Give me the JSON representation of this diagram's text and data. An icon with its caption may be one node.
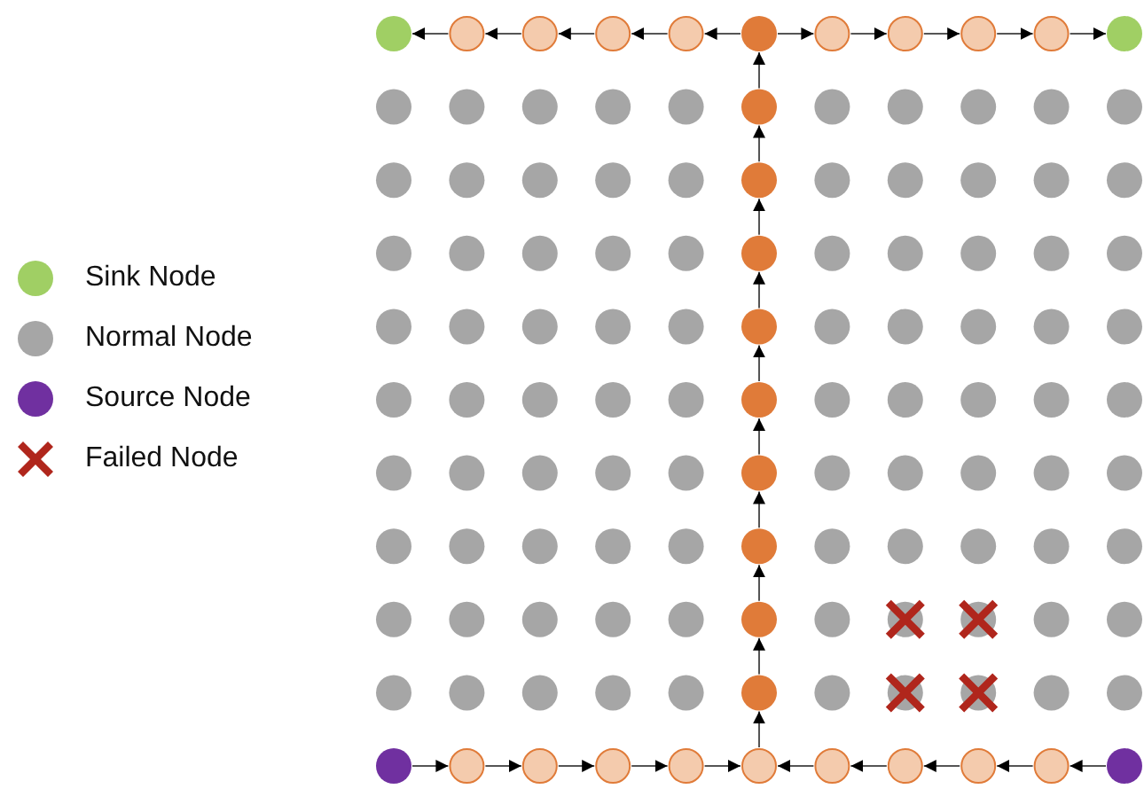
{
  "diagram": {
    "nodes": [
      {
        "text": [],
        "shape": "circle"
      },
      {
        "text": [],
        "shape": "circle"
      },
      {
        "text": [],
        "shape": "circle"
      },
      {
        "text": [],
        "shape": "circle"
      },
      {
        "text": [],
        "shape": "circle"
      },
      {
        "text": [],
        "shape": "circle"
      },
      {
        "text": [],
        "shape": "circle"
      },
      {
        "text": [],
        "shape": "circle"
      },
      {
        "text": [],
        "shape": "circle"
      },
      {
        "text": [],
        "shape": "circle"
      },
      {
        "text": [],
        "shape": "circle"
      },
      {
        "text": [],
        "shape": "circle"
      },
      {
        "text": [],
        "shape": "circle"
      },
      {
        "text": [],
        "shape": "circle"
      },
      {
        "text": [],
        "shape": "circle"
      },
      {
        "text": [],
        "shape": "circle"
      },
      {
        "text": [],
        "shape": "circle"
      },
      {
        "text": [],
        "shape": "circle"
      },
      {
        "text": [],
        "shape": "circle"
      },
      {
        "text": [],
        "shape": "circle"
      },
      {
        "text": [],
        "shape": "circle"
      },
      {
        "text": [],
        "shape": "circle"
      },
      {
        "text": [],
        "shape": "circle"
      },
      {
        "text": [],
        "shape": "circle"
      },
      {
        "text": [],
        "shape": "circle"
      },
      {
        "text": [],
        "shape": "circle"
      },
      {
        "text": [],
        "shape": "circle"
      },
      {
        "text": [],
        "shape": "circle"
      },
      {
        "text": [],
        "shape": "circle"
      },
      {
        "text": [],
        "shape": "circle"
      },
      {
        "text": [],
        "shape": "circle"
      },
      {
        "text": [],
        "shape": "circle"
      },
      {
        "text": [],
        "shape": "circle"
      },
      {
        "text": [],
        "shape": "circle"
      },
      {
        "text": [],
        "shape": "circle"
      },
      {
        "text": [],
        "shape": "circle"
      },
      {
        "text": [],
        "shape": "circle"
      },
      {
        "text": [],
        "shape": "circle"
      },
      {
        "text": [],
        "shape": "circle"
      },
      {
        "text": [],
        "shape": "circle"
      },
      {
        "text": [],
        "shape": "circle"
      },
      {
        "text": [],
        "shape": "circle"
      },
      {
        "text": [],
        "shape": "circle"
      },
      {
        "text": [],
        "shape": "circle"
      },
      {
        "text": [],
        "shape": "circle"
      },
      {
        "text": [],
        "shape": "circle"
      },
      {
        "text": [],
        "shape": "circle"
      },
      {
        "text": [],
        "shape": "circle"
      },
      {
        "text": [],
        "shape": "circle"
      },
      {
        "text": [],
        "shape": "circle"
      },
      {
        "text": [],
        "shape": "circle"
      },
      {
        "text": [],
        "shape": "circle"
      },
      {
        "text": [],
        "shape": "circle"
      },
      {
        "text": [],
        "shape": "circle"
      },
      {
        "text": [],
        "shape": "circle"
      },
      {
        "text": [],
        "shape": "circle"
      },
      {
        "text": [],
        "shape": "circle"
      },
      {
        "text": [],
        "shape": "circle"
      },
      {
        "text": [],
        "shape": "circle"
      },
      {
        "text": [],
        "shape": "circle"
      },
      {
        "text": [],
        "shape": "circle"
      },
      {
        "text": [],
        "shape": "circle"
      },
      {
        "text": [],
        "shape": "circle"
      },
      {
        "text": [],
        "shape": "circle"
      },
      {
        "text": [],
        "shape": "circle"
      },
      {
        "text": [],
        "shape": "circle"
      },
      {
        "text": [],
        "shape": "circle"
      },
      {
        "text": [],
        "shape": "circle"
      },
      {
        "text": [],
        "shape": "circle"
      },
      {
        "text": [],
        "shape": "circle"
      },
      {
        "text": [],
        "shape": "circle"
      },
      {
        "text": [],
        "shape": "circle"
      },
      {
        "text": [],
        "shape": "circle"
      },
      {
        "text": [],
        "shape": "circle"
      },
      {
        "text": [],
        "shape": "circle"
      },
      {
        "text": [],
        "shape": "circle"
      },
      {
        "text": [],
        "shape": "circle"
      },
      {
        "text": [],
        "shape": "circle"
      },
      {
        "text": [],
        "shape": "circle"
      },
      {
        "text": [],
        "shape": "circle"
      },
      {
        "text": [],
        "shape": "circle"
      },
      {
        "text": [],
        "shape": "circle"
      },
      {
        "text": [],
        "shape": "circle"
      },
      {
        "text": [],
        "shape": "circle"
      },
      {
        "text": [],
        "shape": "circle"
      },
      {
        "text": [],
        "shape": "circle"
      },
      {
        "text": [],
        "shape": "circle"
      },
      {
        "text": [],
        "shape": "circle"
      },
      {
        "text": [],
        "shape": "circle"
      },
      {
        "text": [],
        "shape": "circle"
      },
      {
        "text": [],
        "shape": "circle"
      },
      {
        "text": [],
        "shape": "circle"
      },
      {
        "text": [],
        "shape": "circle"
      },
      {
        "text": [],
        "shape": "circle"
      },
      {
        "text": [],
        "shape": "circle"
      },
      {
        "text": [],
        "shape": "cross"
      },
      {
        "text": [],
        "shape": "cross"
      },
      {
        "text": [],
        "shape": "circle"
      },
      {
        "text": [],
        "shape": "circle"
      },
      {
        "text": [],
        "shape": "circle"
      },
      {
        "text": [],
        "shape": "circle"
      },
      {
        "text": [],
        "shape": "circle"
      },
      {
        "text": [],
        "shape": "circle"
      },
      {
        "text": [],
        "shape": "circle"
      },
      {
        "text": [],
        "shape": "circle"
      },
      {
        "text": [],
        "shape": "circle"
      },
      {
        "text": [],
        "shape": "cross"
      },
      {
        "text": [],
        "shape": "cross"
      },
      {
        "text": [],
        "shape": "circle"
      },
      {
        "text": [],
        "shape": "circle"
      },
      {
        "text": [],
        "shape": "circle"
      },
      {
        "text": [],
        "shape": "circle"
      },
      {
        "text": [],
        "shape": "circle"
      },
      {
        "text": [],
        "shape": "circle"
      },
      {
        "text": [],
        "shape": "circle"
      },
      {
        "text": [],
        "shape": "circle"
      },
      {
        "text": [],
        "shape": "circle"
      },
      {
        "text": [],
        "shape": "circle"
      },
      {
        "text": [],
        "shape": "circle"
      },
      {
        "text": [],
        "shape": "circle"
      },
      {
        "text": [],
        "shape": "circle"
      }
    ],
    "edges": [
      {
        "from": 110,
        "to": 111,
        "arrow": "to"
      },
      {
        "from": 111,
        "to": 112,
        "arrow": "to"
      },
      {
        "from": 112,
        "to": 113,
        "arrow": "to"
      },
      {
        "from": 113,
        "to": 114,
        "arrow": "to"
      },
      {
        "from": 114,
        "to": 115,
        "arrow": "to"
      },
      {
        "from": 120,
        "to": 119,
        "arrow": "to"
      },
      {
        "from": 119,
        "to": 118,
        "arrow": "to"
      },
      {
        "from": 118,
        "to": 117,
        "arrow": "to"
      },
      {
        "from": 117,
        "to": 116,
        "arrow": "to"
      },
      {
        "from": 116,
        "to": 115,
        "arrow": "to"
      },
      {
        "from": 115,
        "to": 104,
        "arrow": "to"
      },
      {
        "from": 104,
        "to": 93,
        "arrow": "to"
      },
      {
        "from": 93,
        "to": 82,
        "arrow": "to"
      },
      {
        "from": 82,
        "to": 71,
        "arrow": "to"
      },
      {
        "from": 71,
        "to": 60,
        "arrow": "to"
      },
      {
        "from": 60,
        "to": 49,
        "arrow": "to"
      },
      {
        "from": 49,
        "to": 38,
        "arrow": "to"
      },
      {
        "from": 38,
        "to": 27,
        "arrow": "to"
      },
      {
        "from": 27,
        "to": 16,
        "arrow": "to"
      },
      {
        "from": 16,
        "to": 5,
        "arrow": "to"
      },
      {
        "from": 5,
        "to": 4,
        "arrow": "to"
      },
      {
        "from": 4,
        "to": 3,
        "arrow": "to"
      },
      {
        "from": 3,
        "to": 2,
        "arrow": "to"
      },
      {
        "from": 2,
        "to": 1,
        "arrow": "to"
      },
      {
        "from": 1,
        "to": 0,
        "arrow": "to"
      },
      {
        "from": 5,
        "to": 6,
        "arrow": "to"
      },
      {
        "from": 6,
        "to": 7,
        "arrow": "to"
      },
      {
        "from": 7,
        "to": 8,
        "arrow": "to"
      },
      {
        "from": 8,
        "to": 9,
        "arrow": "to"
      },
      {
        "from": 9,
        "to": 10,
        "arrow": "to"
      }
    ],
    "legend": [
      {
        "text": "Sink Node",
        "color": "#a0cf64"
      },
      {
        "text": "Normal Node",
        "color": "#a6a6a6"
      },
      {
        "text": "Source Node",
        "color": "#7030a0"
      },
      {
        "text": "Failed Node"
      }
    ]
  }
}
